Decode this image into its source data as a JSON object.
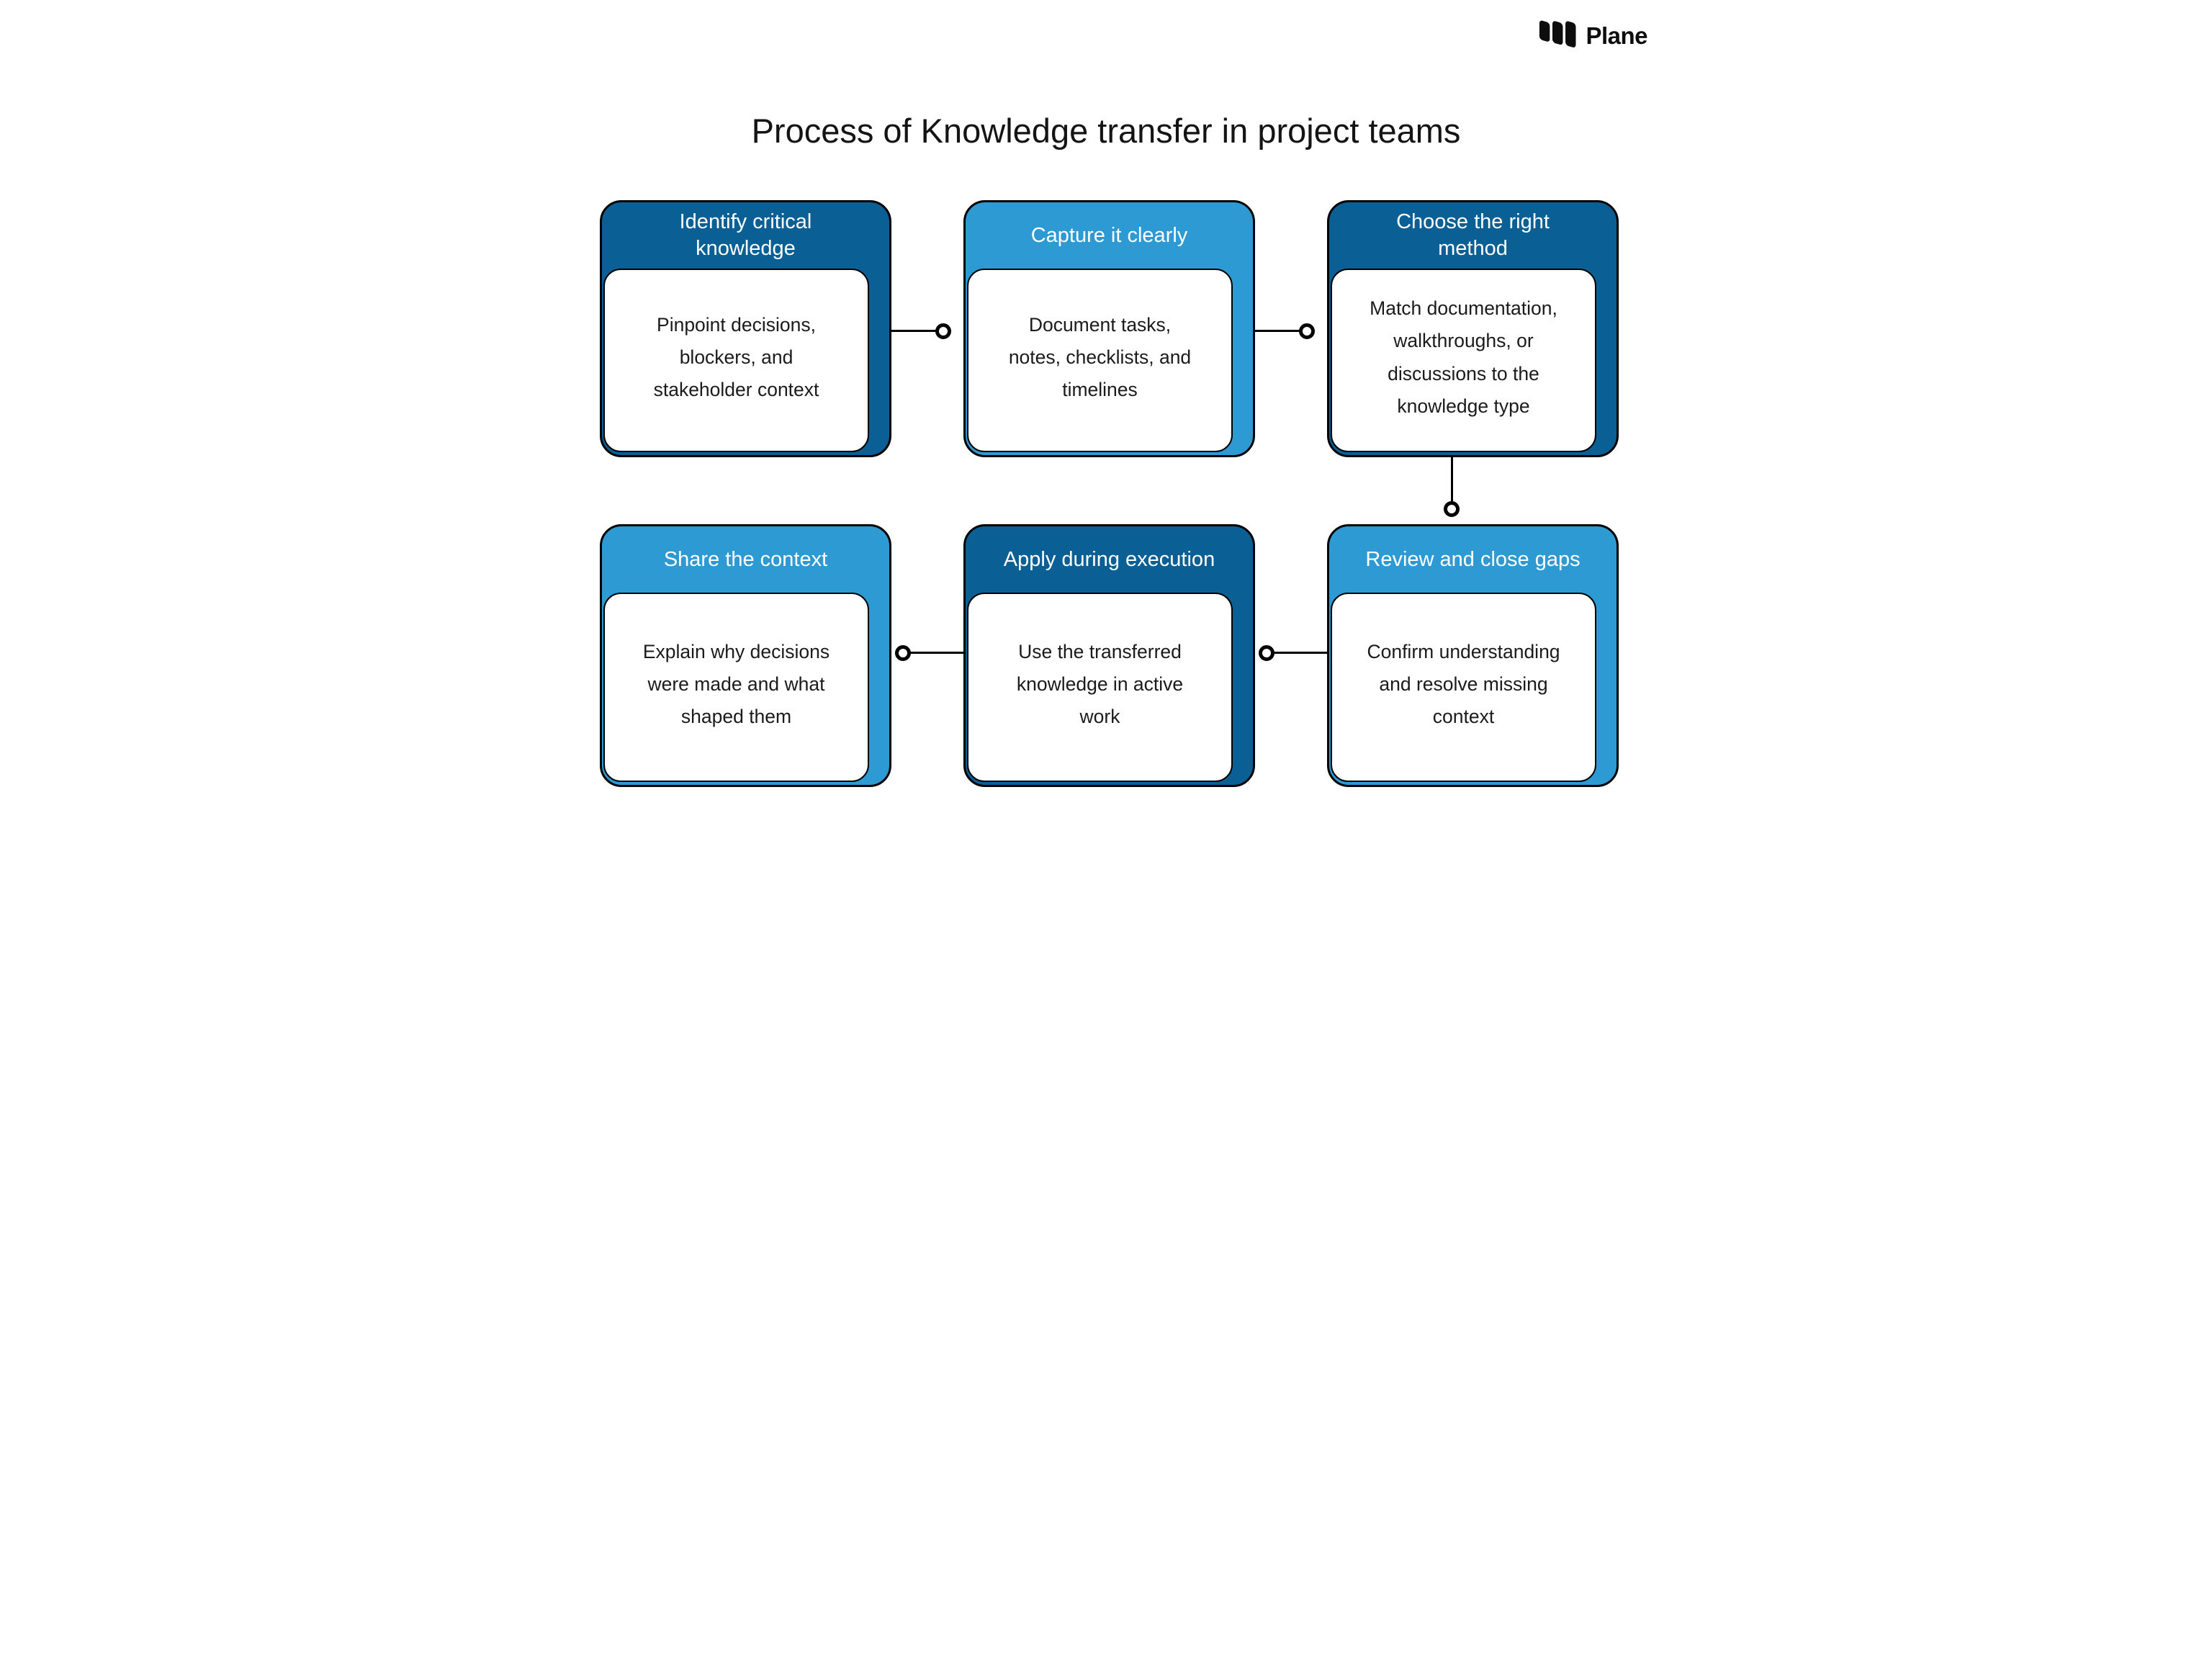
{
  "page": {
    "background": "#ffffff"
  },
  "logo": {
    "brand": "Plane"
  },
  "title": "Process of Knowledge transfer in project teams",
  "steps": [
    {
      "header": "Identify critical\nknowledge",
      "body": "Pinpoint decisions,\nblockers, and\nstakeholder context",
      "accent": "dark-blue"
    },
    {
      "header": "Capture it clearly",
      "body": "Document tasks,\nnotes, checklists, and\ntimelines",
      "accent": "light-blue"
    },
    {
      "header": "Choose the right\nmethod",
      "body": "Match documentation,\nwalkthroughs, or\ndiscussions to the\nknowledge type",
      "accent": "dark-blue"
    },
    {
      "header": "Share the context",
      "body": "Explain why decisions\nwere made and what\nshaped them",
      "accent": "light-blue"
    },
    {
      "header": "Apply during execution",
      "body": "Use the transferred\nknowledge in active\nwork",
      "accent": "dark-blue"
    },
    {
      "header": "Review and close gaps",
      "body": "Confirm understanding\nand resolve missing\ncontext",
      "accent": "light-blue"
    }
  ],
  "colors": {
    "dark_blue": "#0A6094",
    "light_blue": "#2E9AD3",
    "outline": "#000000",
    "card_bg": "#FFFFFF",
    "header_text": "#FFFFFF",
    "body_text": "#1B1B1B",
    "title_text": "#141414",
    "logo_black": "#0D0D0D"
  }
}
